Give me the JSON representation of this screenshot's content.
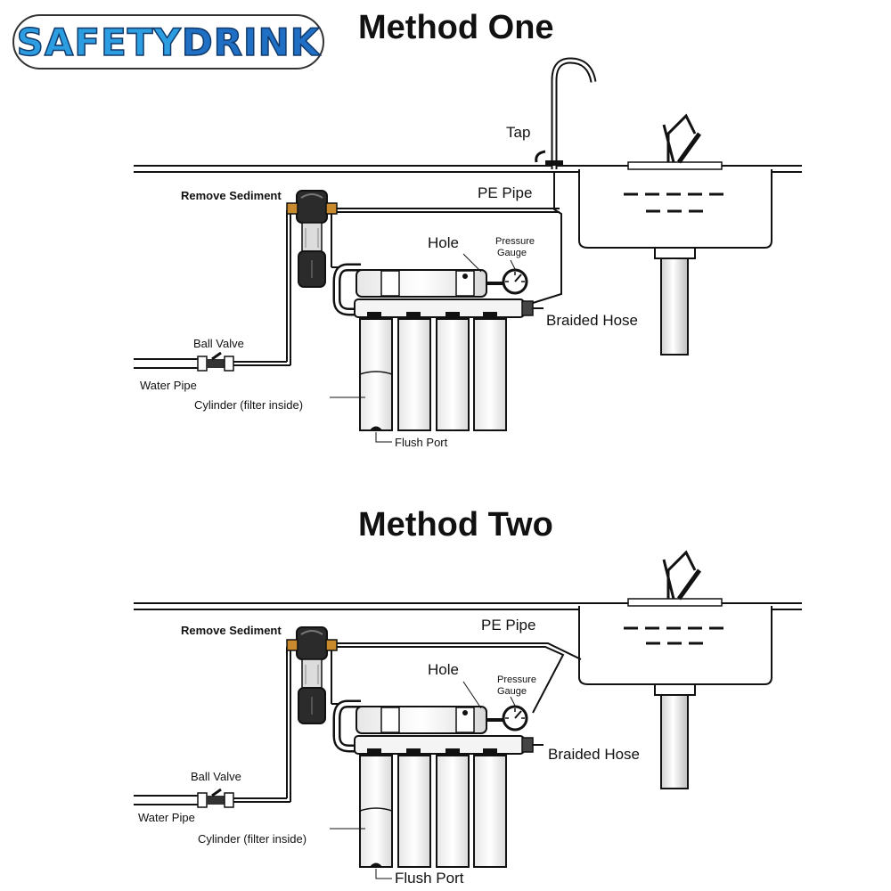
{
  "brand": {
    "part1": "SAFETY",
    "part2": "DRINK"
  },
  "method_one": {
    "title": "Method One",
    "labels": {
      "tap": "Tap",
      "pe_pipe": "PE Pipe",
      "remove_sediment": "Remove Sediment",
      "hole": "Hole",
      "pressure_gauge_1": "Pressure",
      "pressure_gauge_2": "Gauge",
      "braided_hose": "Braided Hose",
      "ball_valve": "Ball Valve",
      "water_pipe": "Water Pipe",
      "cylinder": "Cylinder (filter inside)",
      "flush_port": "Flush Port"
    }
  },
  "method_two": {
    "title": "Method Two",
    "labels": {
      "pe_pipe": "PE Pipe",
      "remove_sediment": "Remove Sediment",
      "hole": "Hole",
      "pressure_gauge_1": "Pressure",
      "pressure_gauge_2": "Gauge",
      "braided_hose": "Braided Hose",
      "ball_valve": "Ball Valve",
      "water_pipe": "Water Pipe",
      "cylinder": "Cylinder (filter inside)",
      "flush_port": "Flush Port"
    }
  }
}
